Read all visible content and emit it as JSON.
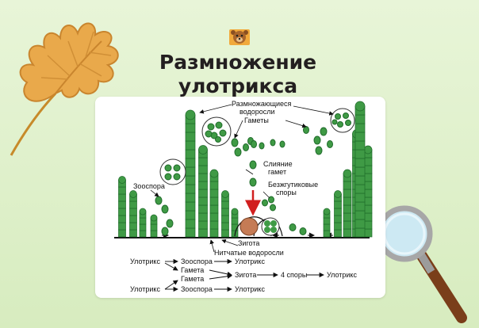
{
  "title": {
    "line1": "Размножение",
    "line2": "улотрикса"
  },
  "labels": {
    "reproducing_1": "Размножающиеся",
    "reproducing_2": "водоросли",
    "gametes": "Гаметы",
    "zoospore": "Зооспора",
    "fusion_1": "Слияние",
    "fusion_2": "гамет",
    "aflagellate_1": "Безжгутиковые",
    "aflagellate_2": "споры",
    "zygote": "Зигота",
    "filamentous": "Нитчатые водоросли"
  },
  "scheme": {
    "ulothrix_1": "Улотрикс",
    "zoospore_1": "Зооспора",
    "ulothrix_2": "Улотрикс",
    "gamete_1": "Гамета",
    "gamete_2": "Гамета",
    "zygote": "Зигота",
    "spores": "4 споры",
    "ulothrix_3": "Улотрикс",
    "ulothrix_4": "Улотрикс",
    "zoospore_2": "Зооспора",
    "ulothrix_5": "Улотрикс"
  },
  "colors": {
    "background": "#dcefc7",
    "cell": "#3f9a45",
    "cell_dark": "#1f6b2a",
    "zygote": "#c57b55",
    "arrow_red": "#d11f1f"
  },
  "icons": [
    "oak-leaf-icon",
    "bear-logo-icon",
    "magnifier-icon"
  ]
}
